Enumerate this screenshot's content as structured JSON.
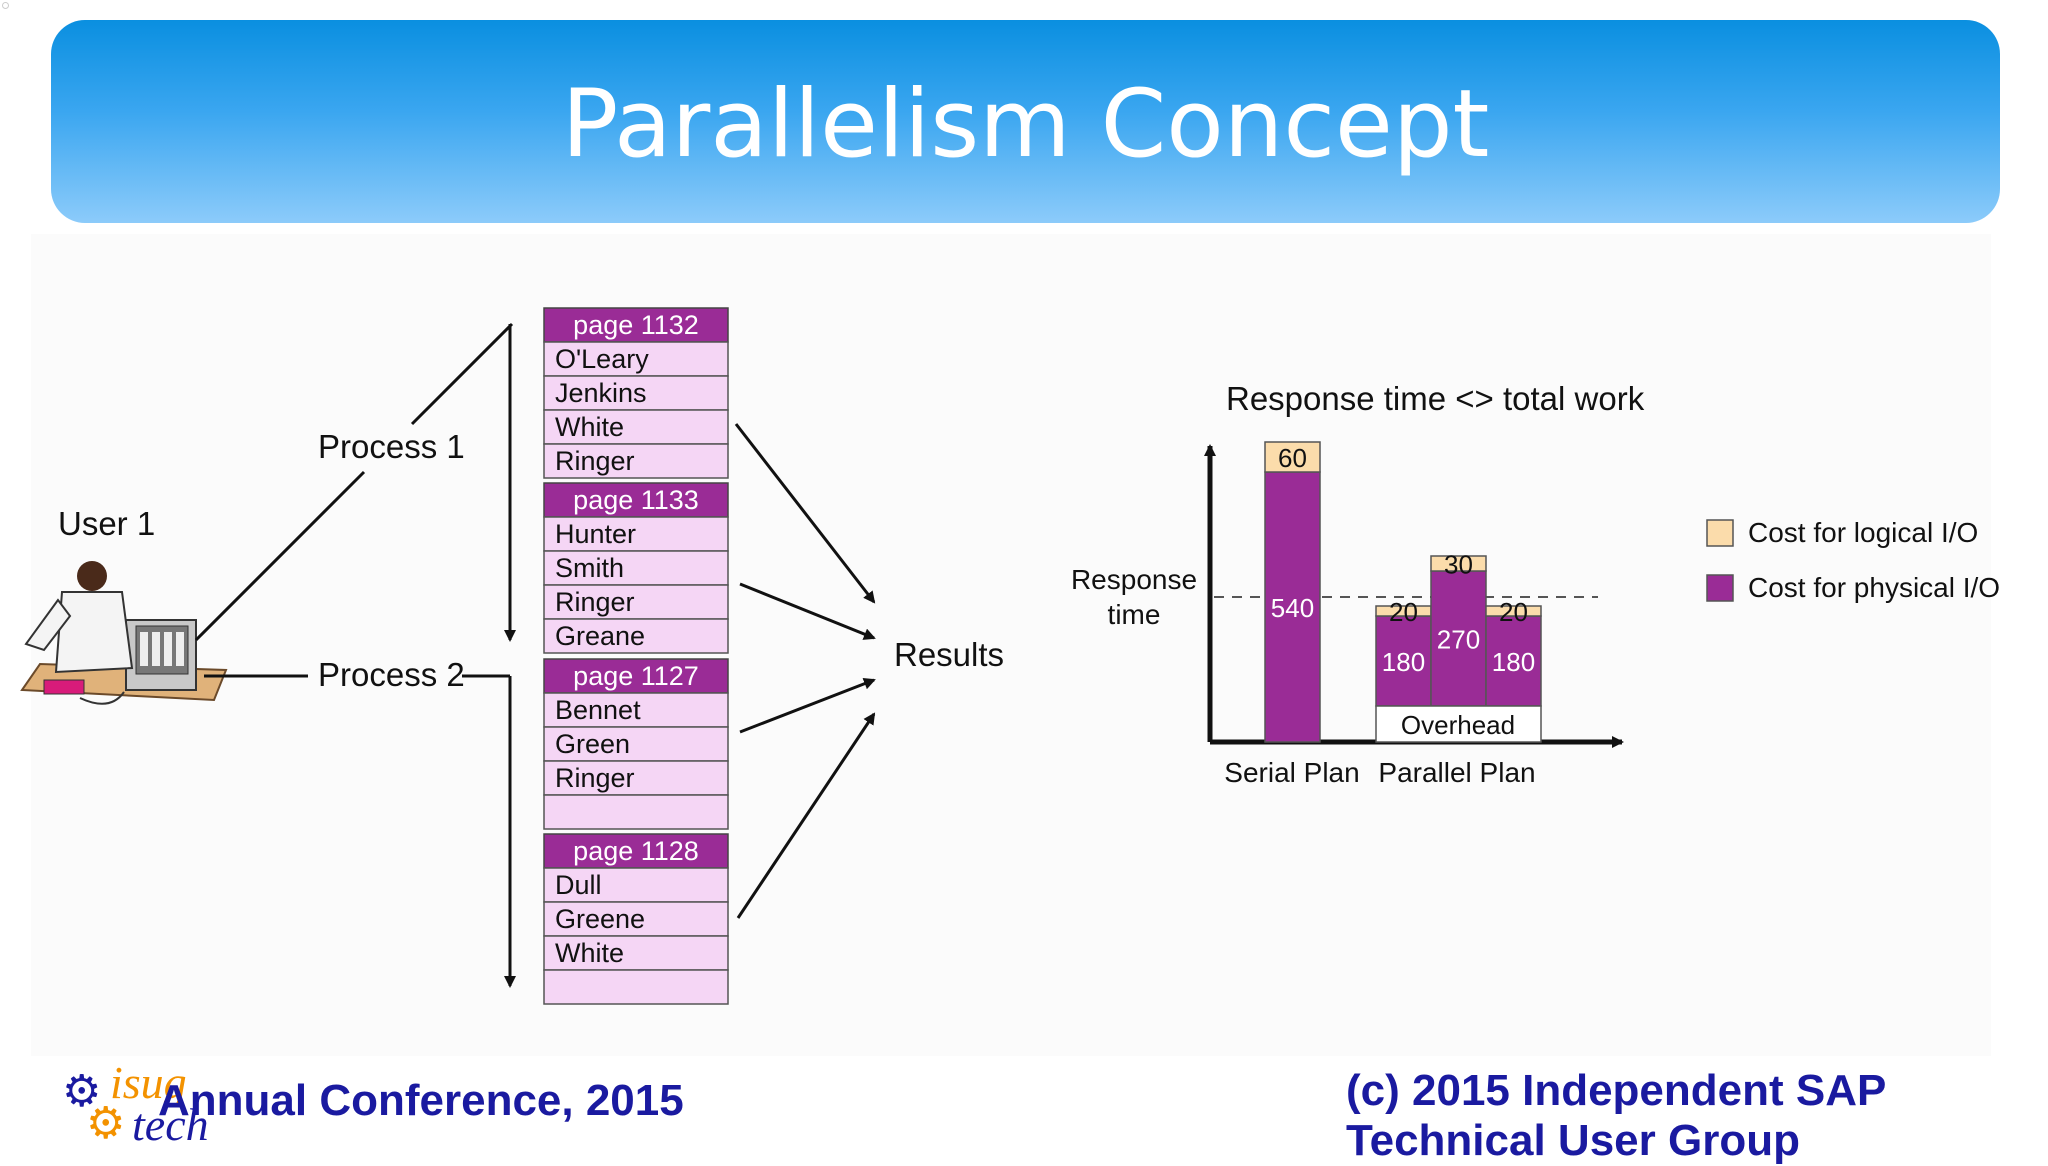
{
  "slide": {
    "title": "Parallelism Concept",
    "footer_left": "Annual Conference, 2015",
    "footer_right": "(c) 2015 Independent SAP Technical User Group",
    "logo": {
      "top": "isug",
      "bottom": "tech"
    }
  },
  "diagram": {
    "user_label": "User 1",
    "process1_label": "Process 1",
    "process2_label": "Process 2",
    "results_label": "Results",
    "pages": [
      {
        "header": "page 1132",
        "rows": [
          "O'Leary",
          "Jenkins",
          "White",
          "Ringer"
        ]
      },
      {
        "header": "page 1133",
        "rows": [
          "Hunter",
          "Smith",
          "Ringer",
          "Greane"
        ]
      },
      {
        "header": "page 1127",
        "rows": [
          "Bennet",
          "Green",
          "Ringer",
          ""
        ]
      },
      {
        "header": "page 1128",
        "rows": [
          "Dull",
          "Greene",
          "White",
          ""
        ]
      }
    ]
  },
  "chart_data": {
    "type": "bar",
    "title": "Response time <> total work",
    "ylabel": "Response time",
    "categories": [
      "Serial Plan",
      "Parallel Plan"
    ],
    "overhead_label": "Overhead",
    "reference_line": "dashed",
    "bars": [
      {
        "group": "Serial Plan",
        "physical": 540,
        "logical": 60
      },
      {
        "group": "Parallel Plan",
        "physical": 180,
        "logical": 20
      },
      {
        "group": "Parallel Plan",
        "physical": 270,
        "logical": 30
      },
      {
        "group": "Parallel Plan",
        "physical": 180,
        "logical": 20
      }
    ],
    "legend": [
      {
        "name": "Cost for logical I/O",
        "color": "#fbdcab"
      },
      {
        "name": "Cost for physical I/O",
        "color": "#9a2c96"
      }
    ]
  },
  "colors": {
    "banner": "#1a98e8",
    "page_header": "#9a2c96",
    "page_row": "#f5d6f5",
    "footer_text": "#1a1aa0"
  }
}
